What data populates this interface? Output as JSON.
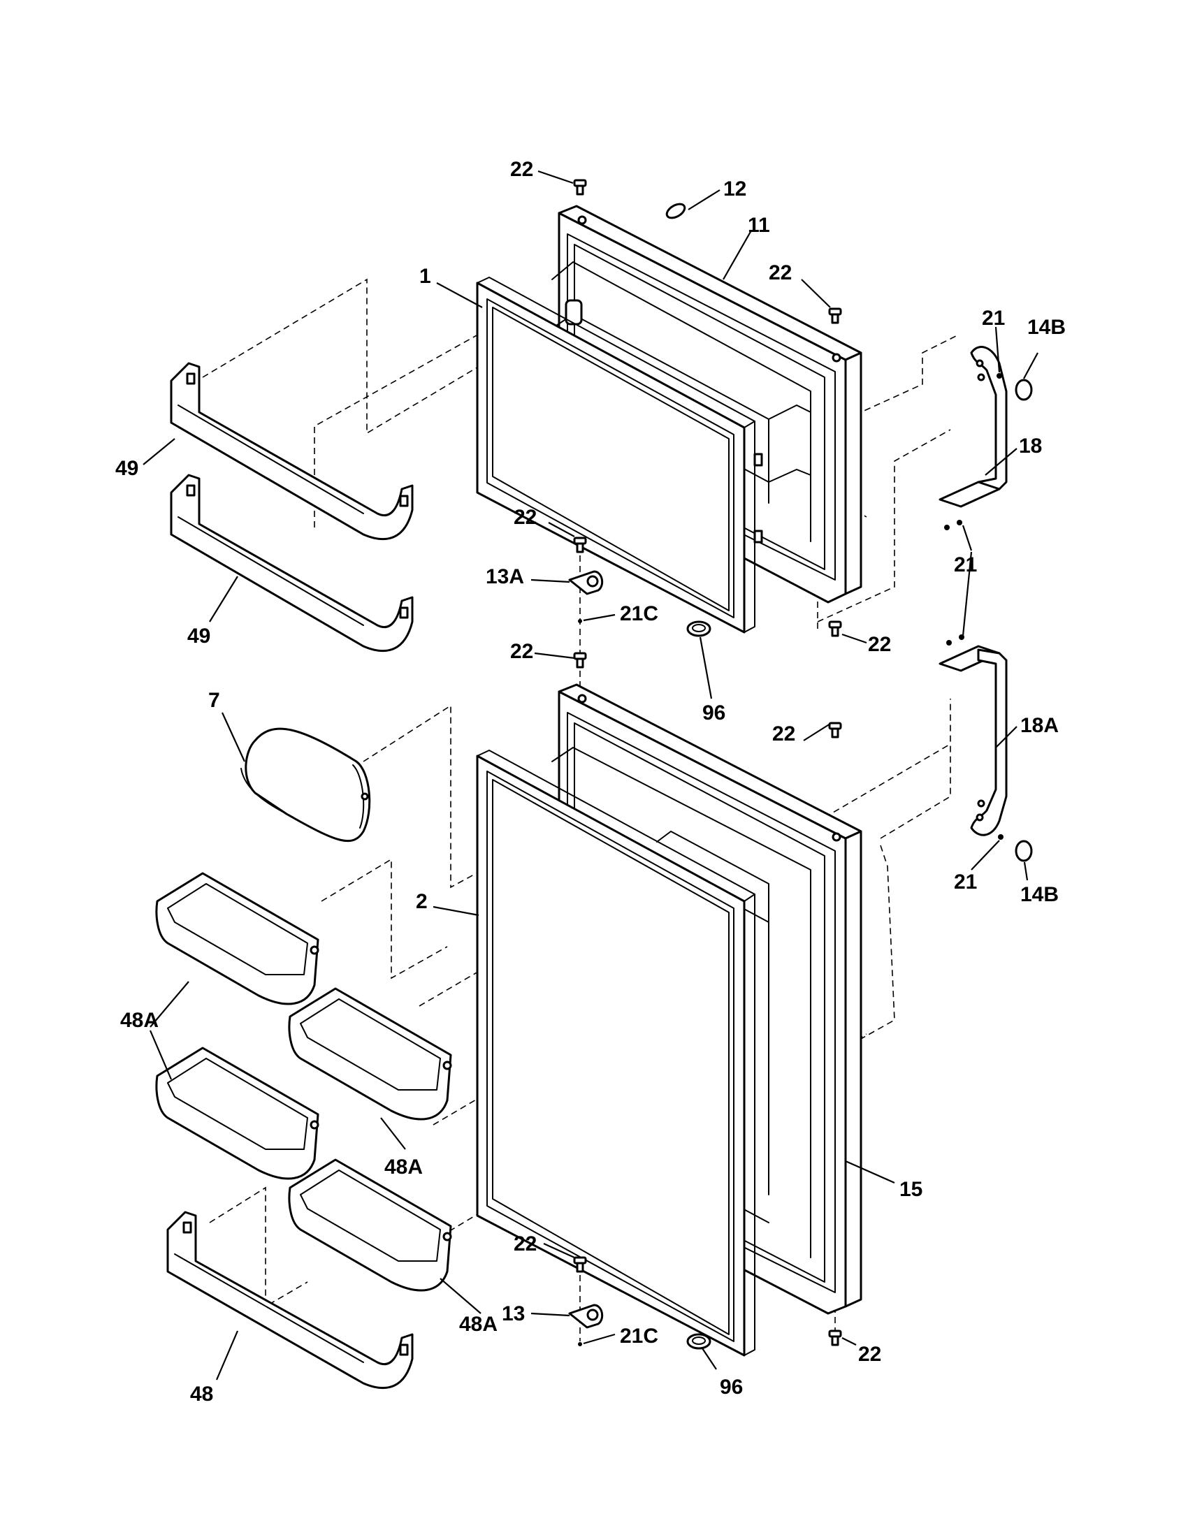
{
  "labels": {
    "l22a": "22",
    "l12": "12",
    "l11": "11",
    "l1": "1",
    "l22b": "22",
    "l21a": "21",
    "l14Ba": "14B",
    "l18": "18",
    "l49a": "49",
    "l49b": "49",
    "l22c": "22",
    "l13A": "13A",
    "l21Ca": "21C",
    "l21b": "21",
    "l22d": "22",
    "l22e": "22",
    "l96a": "96",
    "l7": "7",
    "l22f": "22",
    "l18A": "18A",
    "l2": "2",
    "l21c": "21",
    "l14Bb": "14B",
    "l48Aa": "48A",
    "l48Ab": "48A",
    "l15": "15",
    "l22g": "22",
    "l13": "13",
    "l21Cb": "21C",
    "l48Ac": "48A",
    "l22h": "22",
    "l48": "48",
    "l96b": "96"
  }
}
